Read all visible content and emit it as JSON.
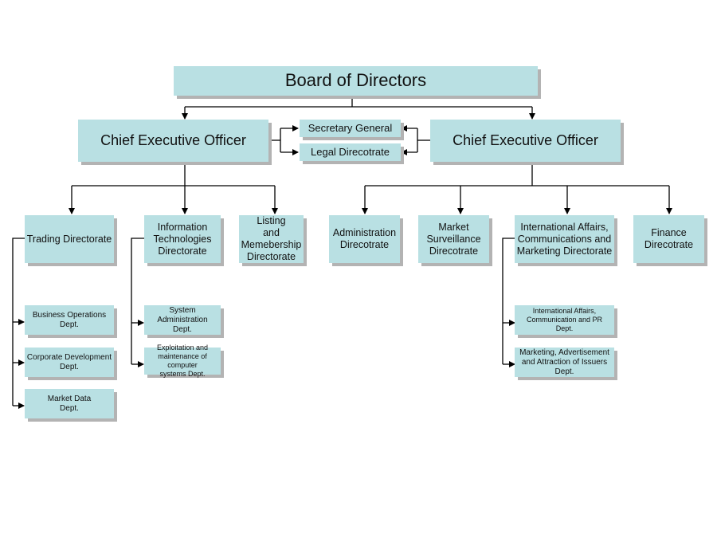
{
  "chart": {
    "board": "Board of Directors",
    "ceo_left": "Chief Executive Officer",
    "ceo_right": "Chief Executive Officer",
    "secretary_general": "Secretary General",
    "legal": "Legal Direcotrate",
    "directorates": {
      "trading": "Trading Directorate",
      "it": "Information\nTechnologies\nDirectorate",
      "listing": "Listing\nand\nMemebership\nDirectorate",
      "administration": "Administration\nDirecotrate",
      "surveillance": "Market\nSurveillance\nDirecotrate",
      "international": "International Affairs,\nCommunications and\nMarketing Directorate",
      "finance": "Finance\nDirecotrate"
    },
    "departments": {
      "business_ops": "Business Operations\nDept.",
      "corporate_dev": "Corporate Development\nDept.",
      "market_data": "Market Data\nDept.",
      "system_admin": "System\nAdministration\nDept.",
      "exploitation": "Exploitation and\nmaintenance of computer\nsystems Dept.",
      "intl_pr": "International Affairs,\nCommunication and PR\nDept.",
      "marketing": "Marketing, Advertisement\nand Attraction of Issuers\nDept."
    }
  },
  "colors": {
    "box_fill": "#b9e0e3",
    "shadow": "#b3b3b3",
    "line": "#000000"
  }
}
